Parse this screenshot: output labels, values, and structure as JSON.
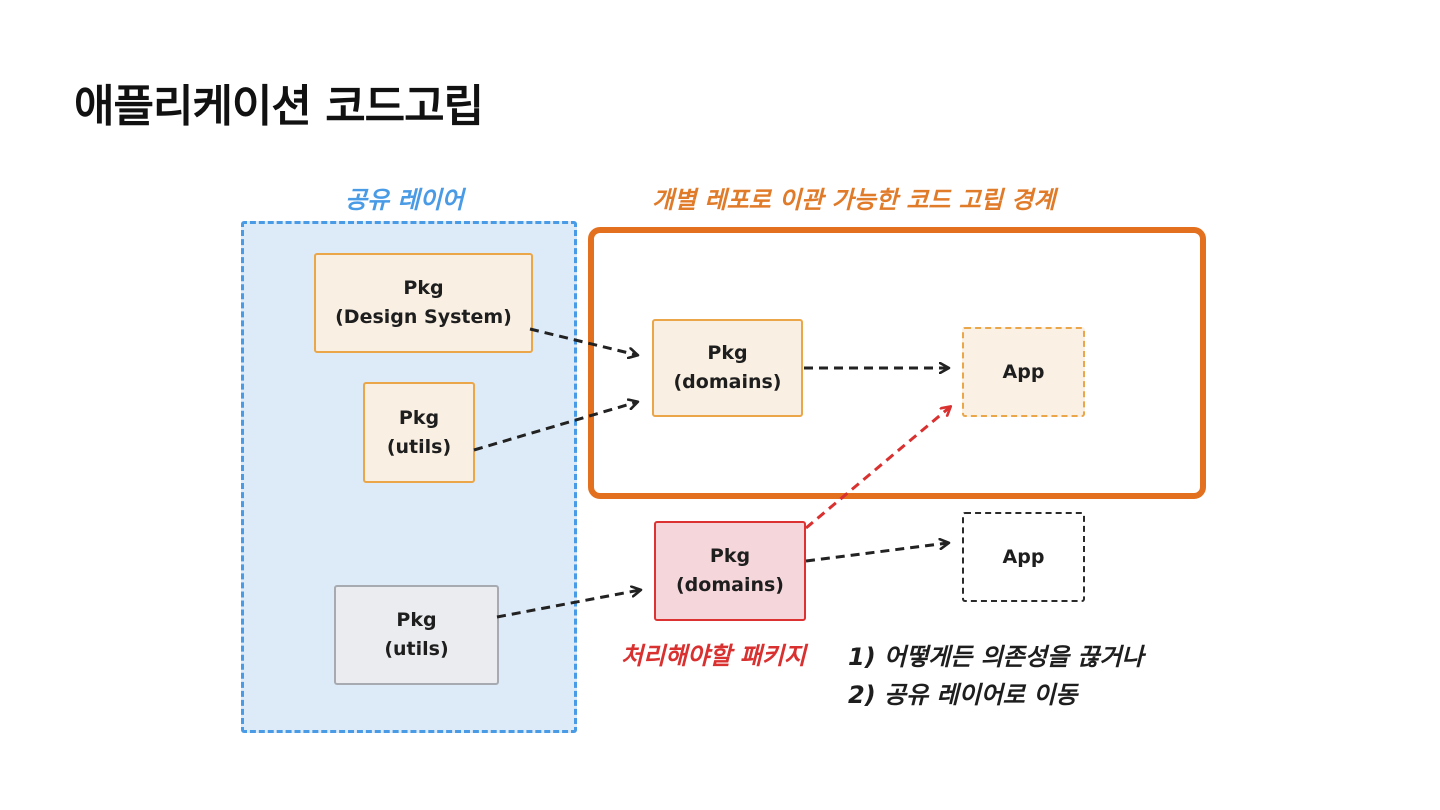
{
  "title": "애플리케이션 코드고립",
  "shared_layer": {
    "label": "공유 레이어",
    "color": "#4a9be6"
  },
  "boundary": {
    "label": "개별 레포로 이관 가능한 코드 고립 경계",
    "color": "#e2701f"
  },
  "nodes": {
    "design_system": {
      "line1": "Pkg",
      "line2": "(Design System)"
    },
    "utils_orange": {
      "line1": "Pkg",
      "line2": "(utils)"
    },
    "utils_gray": {
      "line1": "Pkg",
      "line2": "(utils)"
    },
    "domains_main": {
      "line1": "Pkg",
      "line2": "(domains)"
    },
    "app_main": {
      "line1": "App"
    },
    "domains_problem": {
      "line1": "Pkg",
      "line2": "(domains)"
    },
    "app_other": {
      "line1": "App"
    }
  },
  "problem_caption": "처리해야할 패키지",
  "steps": [
    "1) 어떻게든 의존성을 끊거나",
    "2) 공유 레이어로 이동"
  ],
  "colors": {
    "arrow": "#222222",
    "problem_arrow": "#d93030"
  }
}
